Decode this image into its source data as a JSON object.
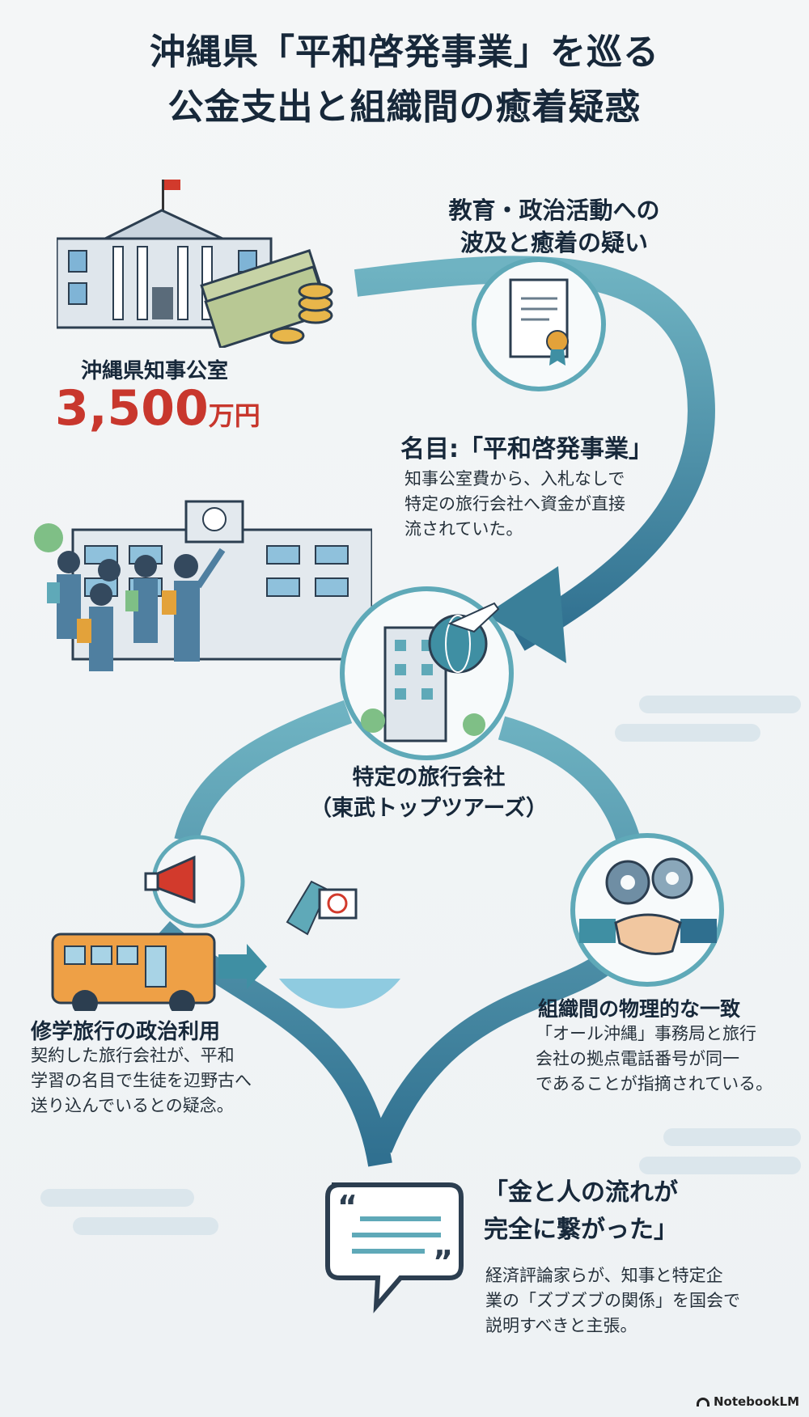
{
  "title": {
    "line1": "沖縄県「平和啓発事業」を巡る",
    "line2": "公金支出と組織間の癒着疑惑"
  },
  "spread": {
    "line1": "教育・政治活動への",
    "line2": "波及と癒着の疑い"
  },
  "source": {
    "label": "沖縄県知事公室",
    "amount": "3,500",
    "unit": "万円"
  },
  "pretext": {
    "heading": "名目:「平和啓発事業」",
    "lines": [
      "知事公室費から、入札なしで",
      "特定の旅行会社へ資金が直接",
      "流されていた。"
    ]
  },
  "company": {
    "line1": "特定の旅行会社",
    "line2": "（東武トップツアーズ）"
  },
  "school_trip": {
    "heading": "修学旅行の政治利用",
    "lines": [
      "契約した旅行会社が、平和",
      "学習の名目で生徒を辺野古へ",
      "送り込んでいるとの疑念。"
    ]
  },
  "organization": {
    "heading": "組織間の物理的な一致",
    "lines": [
      "「オール沖縄」事務局と旅行",
      "会社の拠点電話番号が同一",
      "であることが指摘されている。"
    ]
  },
  "quote": {
    "line1": "「金と人の流れが",
    "line2": "完全に繋がった」",
    "lines": [
      "経済評論家らが、知事と特定企",
      "業の「ズブズブの関係」を国会で",
      "説明すべきと主張。"
    ]
  },
  "brand": "NotebookLM",
  "colors": {
    "flow": "#3f8fa3",
    "amount": "#c8372d",
    "title": "#17283a"
  }
}
